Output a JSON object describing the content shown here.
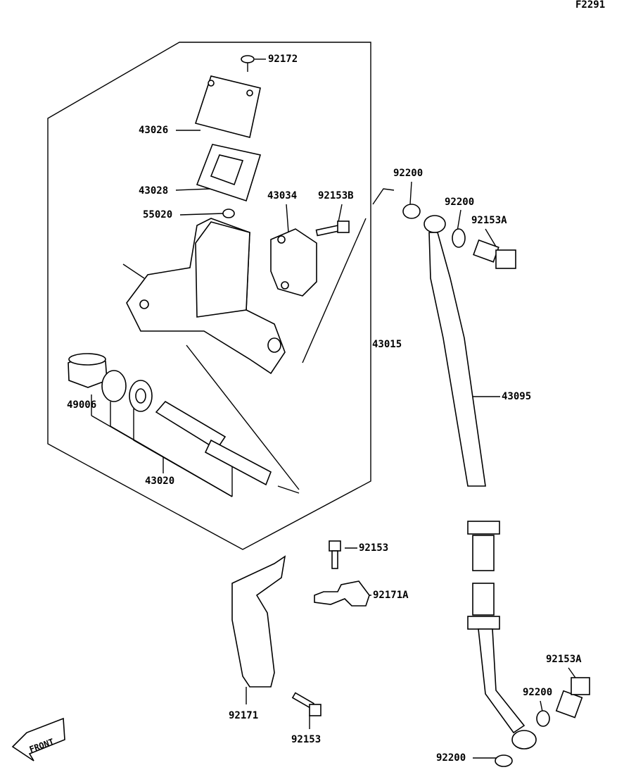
{
  "diagram_code": "F2291",
  "front_marker": "FRONT",
  "callouts": [
    {
      "id": "c-92172",
      "part": "92172"
    },
    {
      "id": "c-43026",
      "part": "43026"
    },
    {
      "id": "c-43028",
      "part": "43028"
    },
    {
      "id": "c-55020",
      "part": "55020"
    },
    {
      "id": "c-43034",
      "part": "43034"
    },
    {
      "id": "c-92153B",
      "part": "92153B"
    },
    {
      "id": "c-92200a",
      "part": "92200"
    },
    {
      "id": "c-92200b",
      "part": "92200"
    },
    {
      "id": "c-92153A-top",
      "part": "92153A"
    },
    {
      "id": "c-43015",
      "part": "43015"
    },
    {
      "id": "c-43095",
      "part": "43095"
    },
    {
      "id": "c-49006",
      "part": "49006"
    },
    {
      "id": "c-43020",
      "part": "43020"
    },
    {
      "id": "c-92153-top",
      "part": "92153"
    },
    {
      "id": "c-92171A",
      "part": "92171A"
    },
    {
      "id": "c-92153A-bot",
      "part": "92153A"
    },
    {
      "id": "c-92200c",
      "part": "92200"
    },
    {
      "id": "c-92171",
      "part": "92171"
    },
    {
      "id": "c-92153-bot",
      "part": "92153"
    },
    {
      "id": "c-92200d",
      "part": "92200"
    }
  ]
}
